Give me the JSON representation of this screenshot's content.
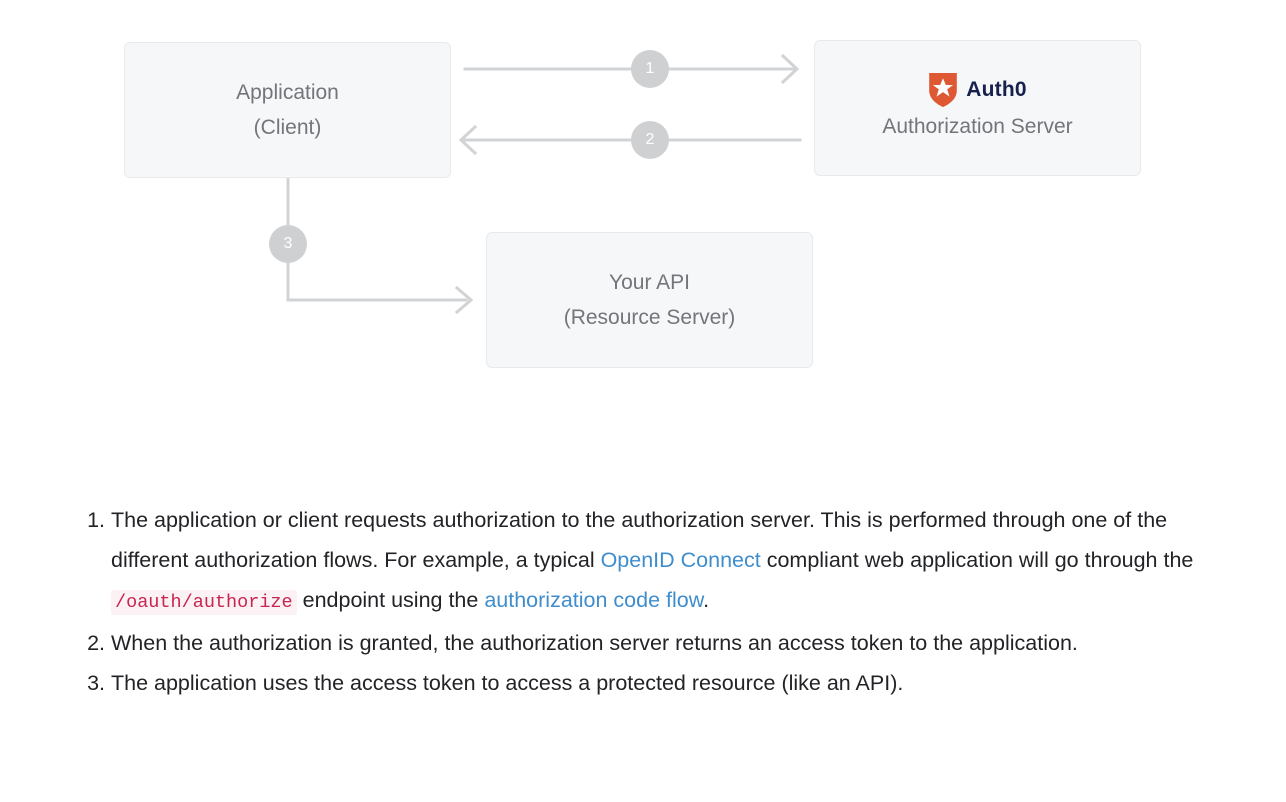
{
  "diagram": {
    "nodes": [
      {
        "id": "application",
        "line1": "Application",
        "line2": "(Client)"
      },
      {
        "id": "authorization-server",
        "brand": "Auth0",
        "line2": "Authorization Server",
        "logo_icon": "auth0-shield-icon"
      },
      {
        "id": "your-api",
        "line1": "Your API",
        "line2": "(Resource Server)"
      }
    ],
    "steps": [
      {
        "number": "1",
        "direction": "right",
        "from": "application",
        "to": "authorization-server"
      },
      {
        "number": "2",
        "direction": "left",
        "from": "authorization-server",
        "to": "application"
      },
      {
        "number": "3",
        "direction": "right",
        "from": "application",
        "to": "your-api"
      }
    ],
    "colors": {
      "box_fill": "#f6f7f9",
      "box_border": "#e8eaed",
      "box_text": "#73757a",
      "arrow": "#d2d3d5",
      "step_circle": "#cfd0d2",
      "step_number": "#ffffff",
      "auth0_orange": "#de5833",
      "auth0_navy": "#16214d"
    }
  },
  "steps_list": {
    "items": [
      {
        "number": "1",
        "parts": [
          {
            "type": "text",
            "value": "The application or client requests authorization to the authorization server. This is performed through one of the different authorization flows. For example, a typical "
          },
          {
            "type": "link",
            "value": "OpenID Connect"
          },
          {
            "type": "text",
            "value": " compliant web application will go through the "
          },
          {
            "type": "code",
            "value": "/oauth/authorize"
          },
          {
            "type": "text",
            "value": " endpoint using the "
          },
          {
            "type": "link",
            "value": "authorization code flow"
          },
          {
            "type": "text",
            "value": "."
          }
        ]
      },
      {
        "number": "2",
        "parts": [
          {
            "type": "text",
            "value": "When the authorization is granted, the authorization server returns an access token to the application."
          }
        ]
      },
      {
        "number": "3",
        "parts": [
          {
            "type": "text",
            "value": "The application uses the access token to access a protected resource (like an API)."
          }
        ]
      }
    ],
    "colors": {
      "text": "#222326",
      "link": "#3f8dcc",
      "code_text": "#c7254e",
      "code_background": "#fcf1f4"
    }
  }
}
